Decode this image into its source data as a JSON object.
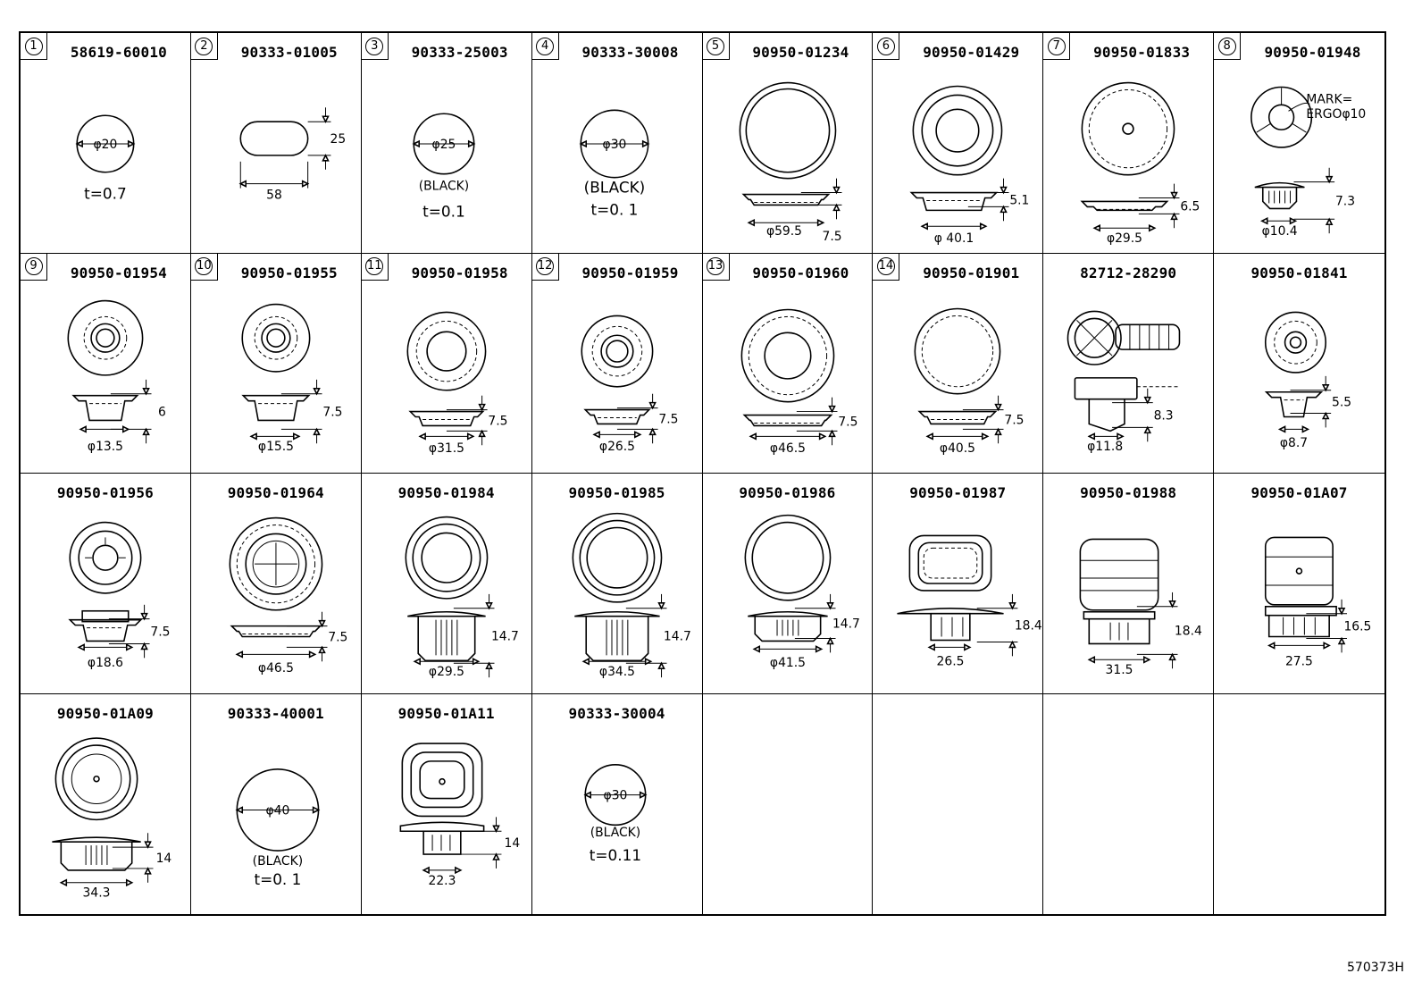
{
  "cells": [
    {
      "index": "1",
      "part": "58619-60010",
      "dims": [
        "φ20"
      ],
      "notes": [
        "t=0.7"
      ]
    },
    {
      "index": "2",
      "part": "90333-01005",
      "dims": [
        "58",
        "25"
      ],
      "notes": []
    },
    {
      "index": "3",
      "part": "90333-25003",
      "dims": [
        "φ25"
      ],
      "notes": [
        "(BLACK)",
        "t=0.1"
      ]
    },
    {
      "index": "4",
      "part": "90333-30008",
      "dims": [
        "φ30"
      ],
      "notes": [
        "(BLACK)",
        "t=0. 1"
      ]
    },
    {
      "index": "5",
      "part": "90950-01234",
      "dims": [
        "φ59.5",
        "7.5"
      ],
      "notes": []
    },
    {
      "index": "6",
      "part": "90950-01429",
      "dims": [
        "φ 40.1",
        "5.1"
      ],
      "notes": []
    },
    {
      "index": "7",
      "part": "90950-01833",
      "dims": [
        "φ29.5",
        "6.5"
      ],
      "notes": []
    },
    {
      "index": "8",
      "part": "90950-01948",
      "dims": [
        "φ10.4",
        "7.3"
      ],
      "notes": [
        "MARK=",
        "ERGOφ10"
      ]
    },
    {
      "index": "9",
      "part": "90950-01954",
      "dims": [
        "φ13.5",
        "6"
      ],
      "notes": []
    },
    {
      "index": "10",
      "part": "90950-01955",
      "dims": [
        "φ15.5",
        "7.5"
      ],
      "notes": []
    },
    {
      "index": "11",
      "part": "90950-01958",
      "dims": [
        "φ31.5",
        "7.5"
      ],
      "notes": []
    },
    {
      "index": "12",
      "part": "90950-01959",
      "dims": [
        "φ26.5",
        "7.5"
      ],
      "notes": []
    },
    {
      "index": "13",
      "part": "90950-01960",
      "dims": [
        "φ46.5",
        "7.5"
      ],
      "notes": []
    },
    {
      "index": "14",
      "part": "90950-01901",
      "dims": [
        "φ40.5",
        "7.5"
      ],
      "notes": []
    },
    {
      "index": "",
      "part": "82712-28290",
      "dims": [
        "φ11.8",
        "8.3"
      ],
      "notes": []
    },
    {
      "index": "",
      "part": "90950-01841",
      "dims": [
        "φ8.7",
        "5.5"
      ],
      "notes": []
    },
    {
      "index": "",
      "part": "90950-01956",
      "dims": [
        "φ18.6",
        "7.5"
      ],
      "notes": []
    },
    {
      "index": "",
      "part": "90950-01964",
      "dims": [
        "φ46.5",
        "7.5"
      ],
      "notes": []
    },
    {
      "index": "",
      "part": "90950-01984",
      "dims": [
        "φ29.5",
        "14.7"
      ],
      "notes": []
    },
    {
      "index": "",
      "part": "90950-01985",
      "dims": [
        "φ34.5",
        "14.7"
      ],
      "notes": []
    },
    {
      "index": "",
      "part": "90950-01986",
      "dims": [
        "φ41.5",
        "14.7"
      ],
      "notes": []
    },
    {
      "index": "",
      "part": "90950-01987",
      "dims": [
        "26.5",
        "18.4"
      ],
      "notes": []
    },
    {
      "index": "",
      "part": "90950-01988",
      "dims": [
        "31.5",
        "18.4"
      ],
      "notes": []
    },
    {
      "index": "",
      "part": "90950-01A07",
      "dims": [
        "27.5",
        "16.5"
      ],
      "notes": []
    },
    {
      "index": "",
      "part": "90950-01A09",
      "dims": [
        "34.3",
        "14"
      ],
      "notes": []
    },
    {
      "index": "",
      "part": "90333-40001",
      "dims": [
        "φ40"
      ],
      "notes": [
        "(BLACK)",
        "t=0. 1"
      ]
    },
    {
      "index": "",
      "part": "90950-01A11",
      "dims": [
        "22.3",
        "14"
      ],
      "notes": []
    },
    {
      "index": "",
      "part": "90333-30004",
      "dims": [
        "φ30"
      ],
      "notes": [
        "(BLACK)",
        "t=0.11"
      ]
    }
  ],
  "reference": "570373H"
}
